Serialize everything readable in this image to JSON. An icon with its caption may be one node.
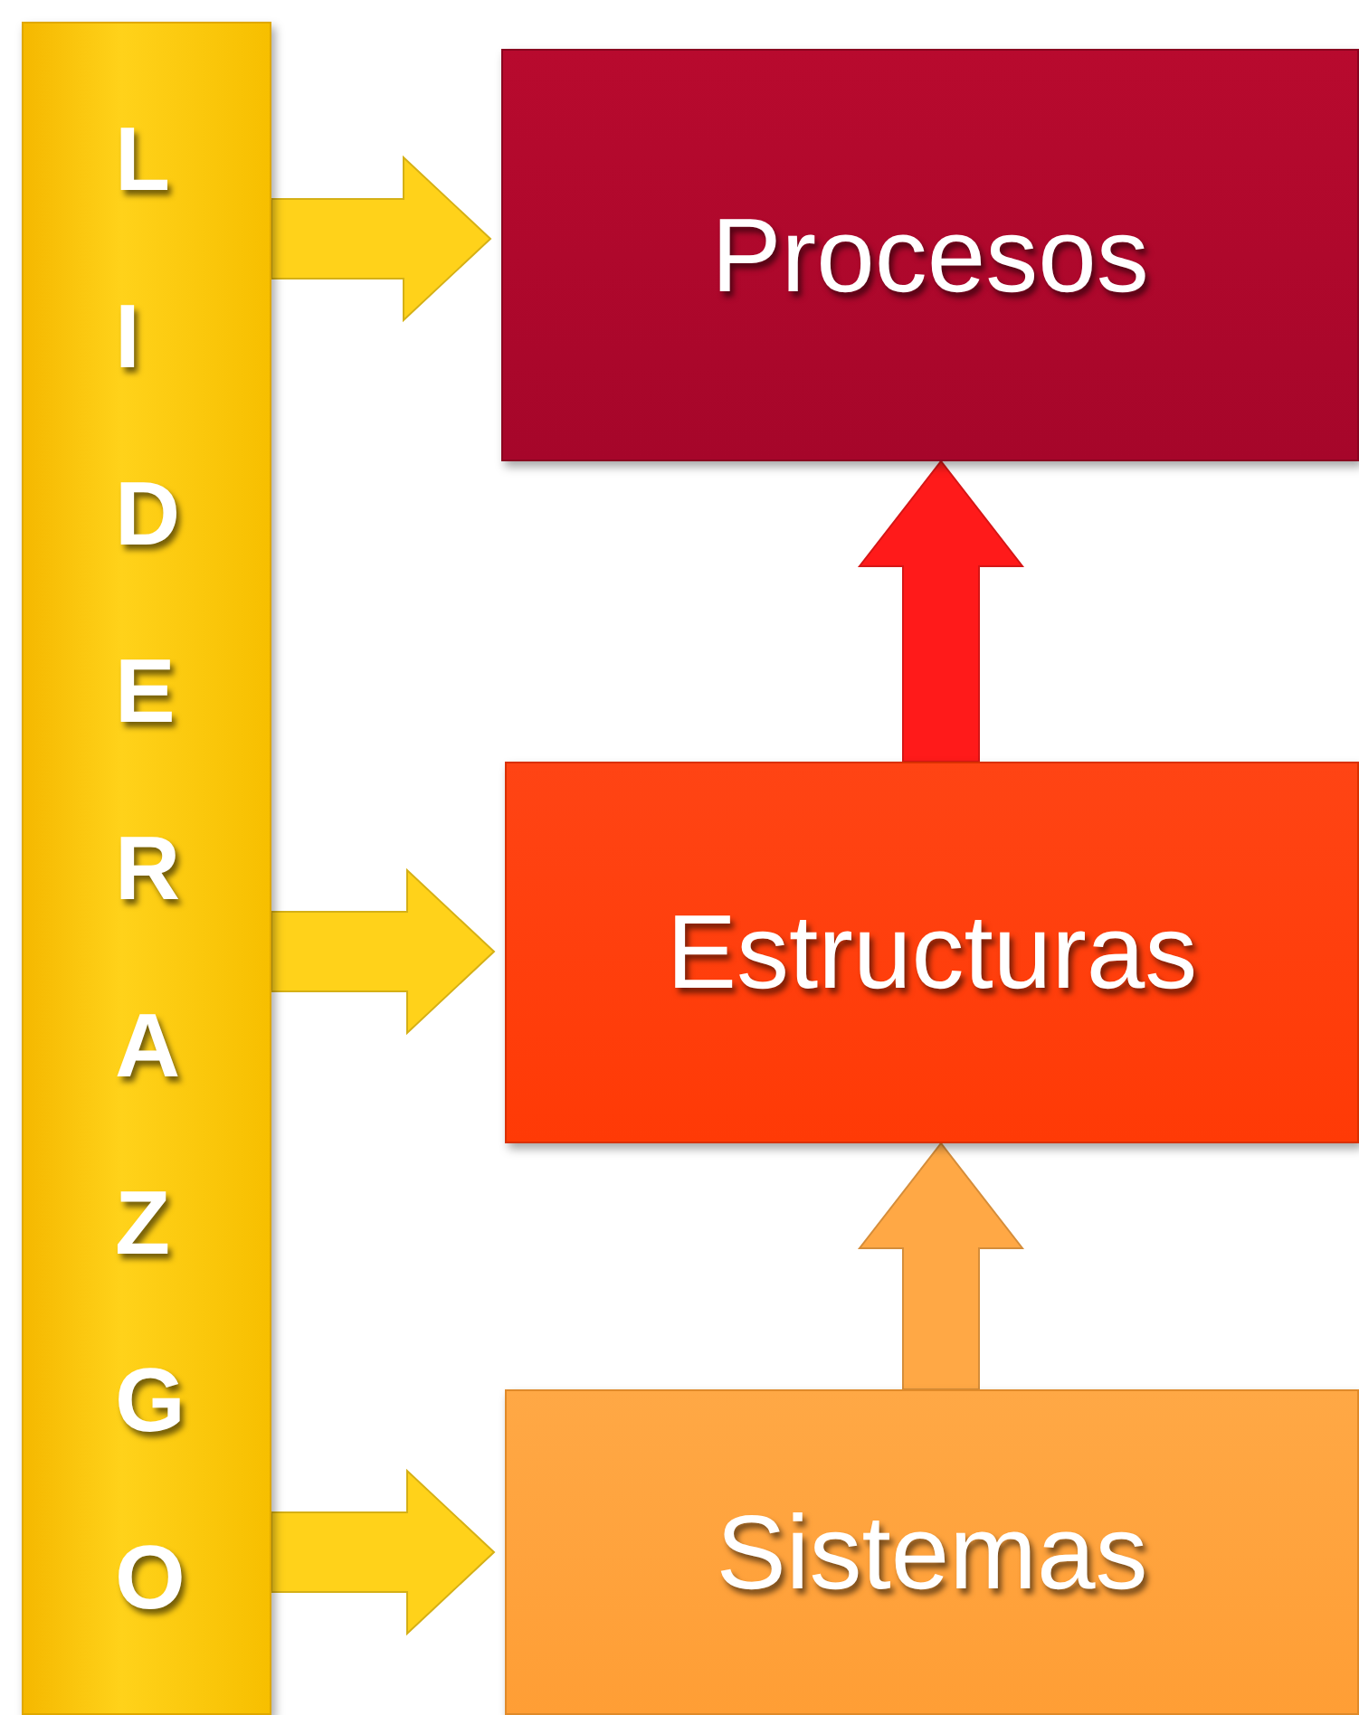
{
  "diagram": {
    "nodes": [
      {
        "text": [
          "LIDERAZGO"
        ]
      },
      {
        "text": [
          "Procesos"
        ]
      },
      {
        "text": [
          "Estructuras"
        ]
      },
      {
        "text": [
          "Sistemas"
        ]
      }
    ],
    "edges": [
      {
        "from": 0,
        "to": 1,
        "arrow": "to"
      },
      {
        "from": 0,
        "to": 2,
        "arrow": "to"
      },
      {
        "from": 0,
        "to": 3,
        "arrow": "to"
      },
      {
        "from": 2,
        "to": 1,
        "arrow": "to",
        "color": "#ff1a1a"
      },
      {
        "from": 3,
        "to": 2,
        "arrow": "to",
        "color": "#ffa845"
      }
    ]
  }
}
